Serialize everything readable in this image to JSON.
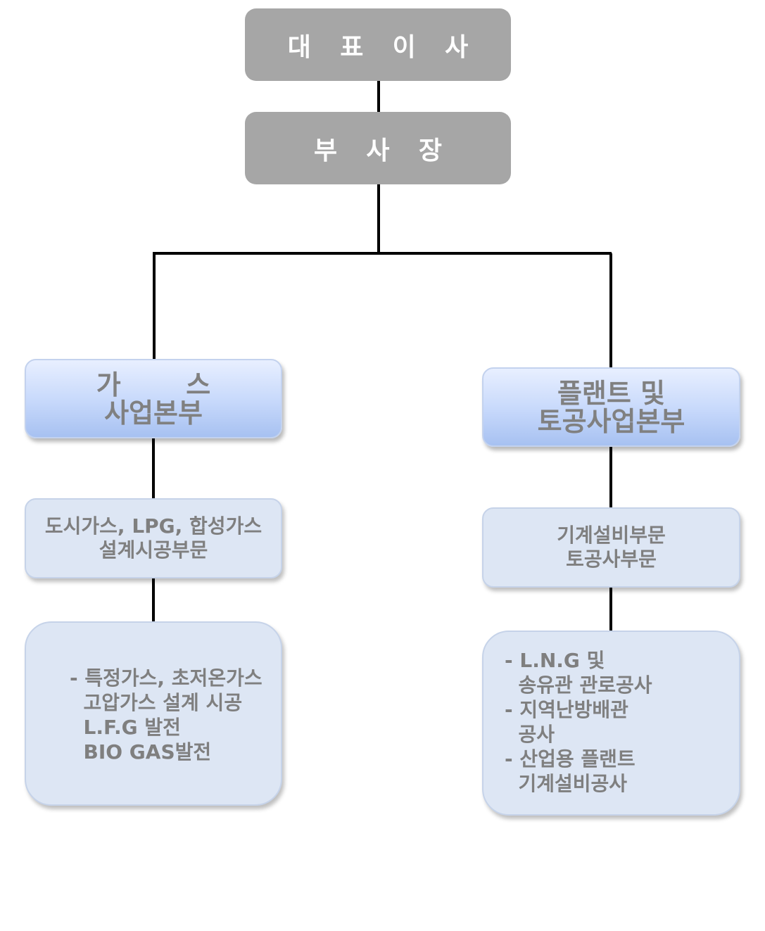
{
  "ceo": "대 표 이 사",
  "vp": "부 사 장",
  "gas_division": {
    "title_line1": "가       스",
    "title_line2": "사업본부",
    "department_lines": [
      "도시가스, LPG, 합성가스",
      "설계시공부문"
    ],
    "detail_lines": [
      "- 특정가스, 초저온가스",
      "  고압가스 설계 시공",
      "  L.F.G 발전",
      "  BIO GAS발전"
    ]
  },
  "plant_division": {
    "title_line1": "플랜트 및",
    "title_line2": "토공사업본부",
    "department_lines": [
      "기계설비부문",
      "토공사부문"
    ],
    "detail_lines": [
      "- L.N.G 및",
      "  송유관 관로공사",
      "- 지역난방배관",
      "  공사",
      "- 산업용 플랜트",
      "  기계설비공사"
    ]
  },
  "colors": {
    "exec_box": "#a6a6a6",
    "division_gradient_top": "#e8efff",
    "division_gradient_bottom": "#a7c1f1",
    "sub_box": "#dde6f4",
    "text_gray": "#7f7f7f",
    "connector": "#000000"
  }
}
